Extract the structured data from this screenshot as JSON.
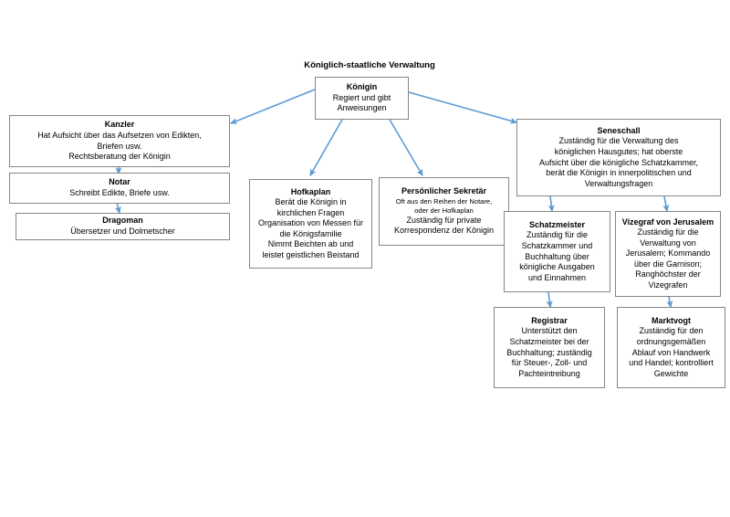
{
  "diagram": {
    "title": "Königlich-staatliche Verwaltung",
    "colors": {
      "node_border": "#868686",
      "node_fill": "#ffffff",
      "connector": "#5b9bd5",
      "text": "#000000",
      "background": "#ffffff"
    },
    "nodes": {
      "koenigin": {
        "title": "Königin",
        "desc": "Regiert und gibt\nAnweisungen"
      },
      "kanzler": {
        "title": "Kanzler",
        "desc": "Hat Aufsicht über das Aufsetzen von Edikten,\nBriefen usw.\nRechtsberatung der Königin"
      },
      "notar": {
        "title": "Notar",
        "desc": "Schreibt Edikte, Briefe usw."
      },
      "dragoman": {
        "title": "Dragoman",
        "desc": "Übersetzer und Dolmetscher"
      },
      "hofkaplan": {
        "title": "Hofkaplan",
        "desc": "Berät die Königin in\nkirchlichen Fragen\nOrganisation von Messen für\ndie Königsfamilie\nNimmt Beichten ab und\nleistet geistlichen Beistand"
      },
      "sekretaer": {
        "title": "Persönlicher Sekretär",
        "desc_small": "Oft aus den Reihen der Notare,\noder der Hofkaplan",
        "desc": "Zuständig für private\nKorrespondenz der Königin"
      },
      "seneschall": {
        "title": "Seneschall",
        "desc": "Zuständig für die Verwaltung des\nköniglichen Hausgutes; hat oberste\nAufsicht über die königliche Schatzkammer,\nberät die Königin in innerpolitischen und\nVerwaltungsfragen"
      },
      "schatzmeister": {
        "title": "Schatzmeister",
        "desc": "Zuständig für die\nSchatzkammer und\nBuchhaltung über\nkönigliche Ausgaben\nund Einnahmen"
      },
      "vizegraf": {
        "title": "Vizegraf von Jerusalem",
        "desc": "Zuständig für die\nVerwaltung von\nJerusalem;  Kommando\nüber die Garnison;\nRanghöchster der\nVizegrafen"
      },
      "registrar": {
        "title": "Registrar",
        "desc": "Unterstützt den\nSchatzmeister bei der\nBuchhaltung; zuständig\nfür Steuer-, Zoll- und\nPachteintreibung"
      },
      "marktvogt": {
        "title": "Marktvogt",
        "desc": "Zuständig für den\nordnungsgemäßen\nAblauf von Handwerk\nund Handel; kontrolliert\nGewichte"
      }
    },
    "edges": [
      {
        "from": "koenigin",
        "to": "kanzler"
      },
      {
        "from": "koenigin",
        "to": "hofkaplan"
      },
      {
        "from": "koenigin",
        "to": "sekretaer"
      },
      {
        "from": "koenigin",
        "to": "seneschall"
      },
      {
        "from": "kanzler",
        "to": "notar"
      },
      {
        "from": "notar",
        "to": "dragoman"
      },
      {
        "from": "seneschall",
        "to": "schatzmeister"
      },
      {
        "from": "seneschall",
        "to": "vizegraf"
      },
      {
        "from": "schatzmeister",
        "to": "registrar"
      },
      {
        "from": "vizegraf",
        "to": "marktvogt"
      }
    ]
  }
}
